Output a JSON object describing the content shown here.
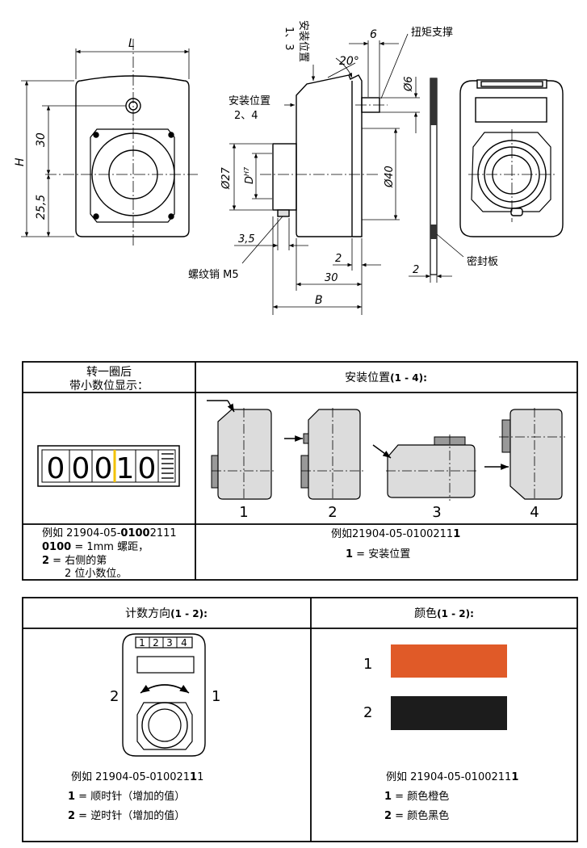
{
  "drawing": {
    "dim_L": "L",
    "dim_H": "H",
    "dim_30_v": "30",
    "dim_25_5": "25,5",
    "install_pos_13": "安装位置",
    "install_pos_13_nums": "1、3",
    "angle_20": "20°",
    "dim_6": "6",
    "torque_support": "扭矩支撑",
    "dim_phi6": "Ø6",
    "install_pos_24": "安装位置",
    "install_pos_24_nums": "2、4",
    "dim_phi27": "Ø27",
    "dim_D": "D",
    "dim_D_tol": "H7",
    "dim_phi40": "Ø40",
    "dim_3_5": "3,5",
    "thread_pin": "螺纹销 M5",
    "dim_2a": "2",
    "dim_30_h": "30",
    "dim_B": "B",
    "dim_2b": "2",
    "seal_plate": "密封板"
  },
  "table1": {
    "header_left_1": "转一圈后",
    "header_left_2": "带小数位显示：",
    "header_right": "安装位置",
    "header_right_range": "(1 - 4):",
    "counter_digits": [
      "0",
      "0",
      "0",
      "1",
      "0"
    ],
    "pos_labels": [
      "1",
      "2",
      "3",
      "4"
    ],
    "example_left_prefix": "例如  21904-05-",
    "example_left_bold": "0100",
    "example_left_mid": "2",
    "example_left_suffix": "111",
    "line2_bold": "0100",
    "line2_text": " = 1mm 螺距，",
    "line3_bold": "2",
    "line3_text": " = 右侧的第",
    "line4_text": "2 位小数位。",
    "example_right_prefix": "例如21904-05-0100211",
    "example_right_bold": "1",
    "right_line2_bold": "1",
    "right_line2_text": " = 安装位置"
  },
  "table2": {
    "header_left": "计数方向",
    "header_left_range": "(1 - 2):",
    "header_right": "颜色",
    "header_right_range": "(1 - 2):",
    "counter_window": [
      "1",
      "2",
      "3",
      "4"
    ],
    "dir_label_2": "2",
    "dir_label_1": "1",
    "left_example_prefix": "例如  21904-05-010021",
    "left_example_bold": "1",
    "left_example_suffix": "1",
    "left_line2_bold": "1",
    "left_line2_text": " = 顺时针（增加的值）",
    "left_line3_bold": "2",
    "left_line3_text": " = 逆时针（增加的值）",
    "color_label_1": "1",
    "color_label_2": "2",
    "right_example_prefix": "例如  21904-05-0100211",
    "right_example_bold": "1",
    "right_line2_bold": "1",
    "right_line2_text": " = 颜色橙色",
    "right_line3_bold": "2",
    "right_line3_text": " = 颜色黑色"
  },
  "colors": {
    "orange": "#E05A28",
    "black": "#1C1C1C",
    "highlight": "#F2C200",
    "body_gray": "#DCDCDC"
  }
}
